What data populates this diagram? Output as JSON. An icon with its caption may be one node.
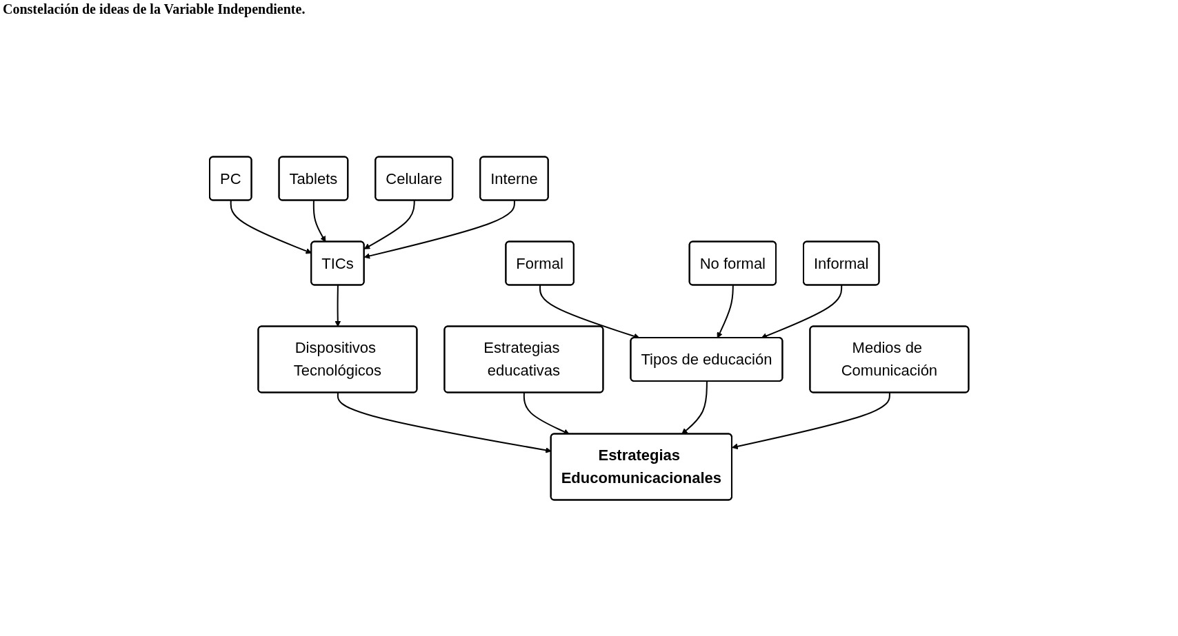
{
  "diagram": {
    "title": "Constelación de ideas de la Variable Independiente.",
    "nodes": [
      {
        "text": [
          "Tablets"
        ]
      },
      {
        "text": [
          "PC"
        ]
      },
      {
        "text": [
          "Celulare"
        ]
      },
      {
        "text": [
          "TICs"
        ]
      },
      {
        "text": [
          "Interne"
        ]
      },
      {
        "text": [
          "Dispositivos Tecnológicos"
        ]
      },
      {
        "text": [
          "Estrategias Educomunicacionales"
        ]
      },
      {
        "text": [
          "Estrategias educativas"
        ]
      },
      {
        "text": [
          "Tipos de educación"
        ]
      },
      {
        "text": [
          "Medios de Comunicación"
        ]
      },
      {
        "text": [
          "Formal"
        ]
      },
      {
        "text": [
          "No formal"
        ]
      },
      {
        "text": [
          "Informal"
        ]
      }
    ],
    "edges": [
      {
        "from": 1,
        "to": 3,
        "arrow": "to"
      },
      {
        "from": 0,
        "to": 3,
        "arrow": "to"
      },
      {
        "from": 2,
        "to": 3,
        "arrow": "to"
      },
      {
        "from": 4,
        "to": 3,
        "arrow": "to"
      },
      {
        "from": 3,
        "to": 5,
        "arrow": "to"
      },
      {
        "from": 5,
        "to": 6,
        "arrow": "to"
      },
      {
        "from": 7,
        "to": 6,
        "arrow": "to"
      },
      {
        "from": 8,
        "to": 6,
        "arrow": "to"
      },
      {
        "from": 9,
        "to": 6,
        "arrow": "to"
      },
      {
        "from": 10,
        "to": 8,
        "arrow": "to"
      },
      {
        "from": 11,
        "to": 8,
        "arrow": "to"
      },
      {
        "from": 12,
        "to": 8,
        "arrow": "to"
      }
    ]
  }
}
